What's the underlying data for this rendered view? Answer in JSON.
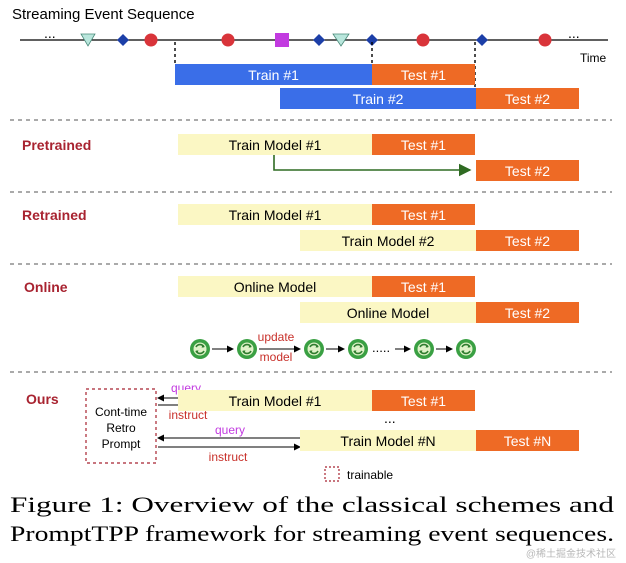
{
  "timeline": {
    "title": "Streaming Event Sequence",
    "leading_dots": "...",
    "trailing_dots": "...",
    "time_label": "Time",
    "train1": "Train #1",
    "test1": "Test #1",
    "train2": "Train #2",
    "test2": "Test #2"
  },
  "pretrained": {
    "label": "Pretrained",
    "train_model": "Train Model #1",
    "test1": "Test #1",
    "test2": "Test #2"
  },
  "retrained": {
    "label": "Retrained",
    "train_model1": "Train Model #1",
    "test1": "Test #1",
    "train_model2": "Train Model #2",
    "test2": "Test #2"
  },
  "online": {
    "label": "Online",
    "model1": "Online Model",
    "test1": "Test #1",
    "model2": "Online Model",
    "test2": "Test #2",
    "update_top": "update",
    "update_bottom": "model",
    "chain_dots": "....."
  },
  "ours": {
    "label": "Ours",
    "prompt_line1": "Cont-time",
    "prompt_line2": "Retro",
    "prompt_line3": "Prompt",
    "query1": "query",
    "instruct1": "instruct",
    "query2": "query",
    "instruct2": "instruct",
    "train_model1": "Train Model #1",
    "test1": "Test #1",
    "dots": "...",
    "train_modelN": "Train Model #N",
    "testN": "Test #N",
    "legend": "trainable"
  },
  "caption": {
    "line1": "Figure 1:  Overview of the classical schemes and",
    "line2": "PromptTPP framework for streaming event sequences."
  },
  "watermark": "@稀土掘金技术社区",
  "colors": {
    "blue": "#3a6ee8",
    "orange": "#ee6a25",
    "cream": "#fbf7c4",
    "section_label": "#a82330",
    "green": "#2f6b22",
    "purple": "#c23be0",
    "red_text": "#c8302a",
    "event_red": "#d9343a",
    "event_blue": "#1c3fa8",
    "event_teal": "#b9e6dc"
  }
}
